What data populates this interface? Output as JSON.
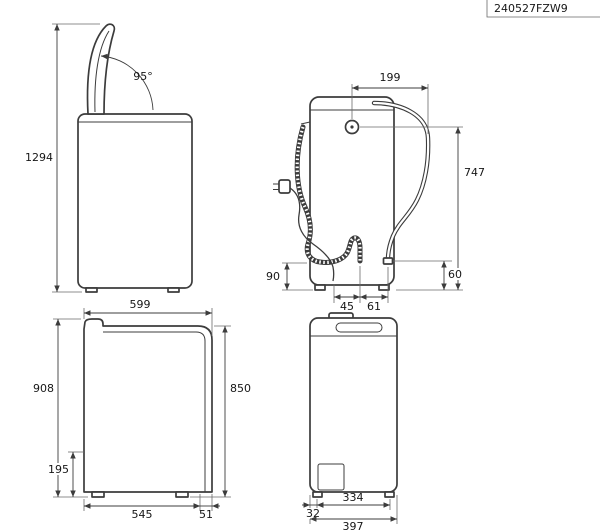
{
  "title_block": {
    "code": "240527FZW9"
  },
  "dimensions": {
    "side_open": {
      "total_height": "1294",
      "lid_angle": "95°"
    },
    "rear": {
      "top_width": "199",
      "hose_height": "747",
      "left_clearance": "90",
      "right_clearance": "60",
      "bottom_left": "45",
      "bottom_right": "61"
    },
    "side": {
      "depth_top": "599",
      "height_with_lid": "908",
      "height_body": "850",
      "base_height": "195",
      "depth_main": "545",
      "depth_rear": "51"
    },
    "front": {
      "width_inner": "334",
      "offset_left": "32",
      "width_total": "397"
    }
  }
}
